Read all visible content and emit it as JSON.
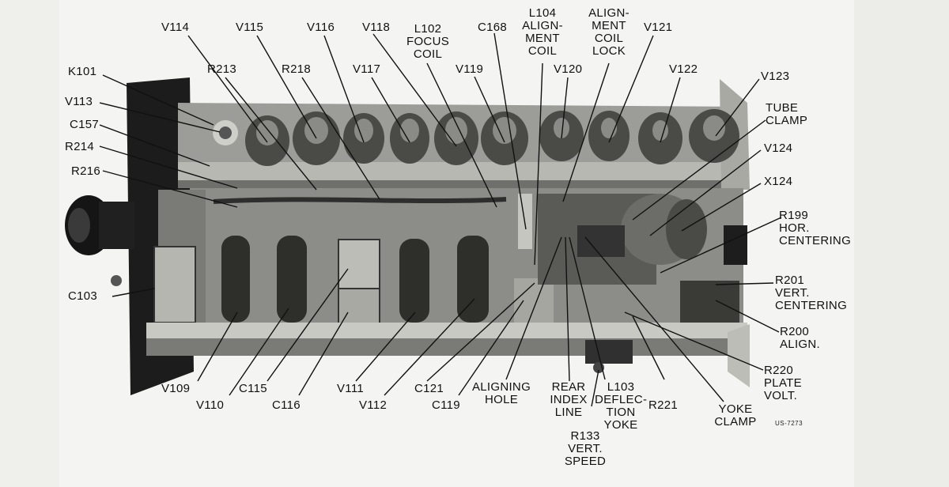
{
  "figure": {
    "plate_number": "US-7273",
    "labels": {
      "k101": [
        "K101"
      ],
      "v113": [
        "V113"
      ],
      "c157": [
        "C157"
      ],
      "r214": [
        "R214"
      ],
      "r216": [
        "R216"
      ],
      "c103": [
        "C103"
      ],
      "v114": [
        "V114"
      ],
      "r213": [
        "R213"
      ],
      "v115": [
        "V115"
      ],
      "r218": [
        "R218"
      ],
      "v116": [
        "V116"
      ],
      "v117": [
        "V117"
      ],
      "v118": [
        "V118"
      ],
      "l102": [
        "L102",
        "FOCUS",
        "COIL"
      ],
      "v119": [
        "V119"
      ],
      "c168": [
        "C168"
      ],
      "l104": [
        "L104",
        "ALIGN-",
        "MENT",
        "COIL"
      ],
      "v120": [
        "V120"
      ],
      "lock": [
        "ALIGN-",
        "MENT",
        "COIL",
        "LOCK"
      ],
      "v121": [
        "V121"
      ],
      "v122": [
        "V122"
      ],
      "v123": [
        "V123"
      ],
      "tube_clamp": [
        "TUBE",
        "CLAMP"
      ],
      "v124": [
        "V124"
      ],
      "x124": [
        "X124"
      ],
      "r199": [
        "R199",
        "HOR.",
        "CENTERING"
      ],
      "r201": [
        "R201",
        "VERT.",
        "CENTERING"
      ],
      "r200": [
        "R200",
        "ALIGN."
      ],
      "r220": [
        "R220",
        "PLATE",
        "VOLT."
      ],
      "v109": [
        "V109"
      ],
      "v110": [
        "V110"
      ],
      "c115": [
        "C115"
      ],
      "c116": [
        "C116"
      ],
      "v111": [
        "V111"
      ],
      "v112": [
        "V112"
      ],
      "c121": [
        "C121"
      ],
      "c119": [
        "C119"
      ],
      "aligning_hole": [
        "ALIGNING",
        "HOLE"
      ],
      "rear_index": [
        "REAR",
        "INDEX",
        "LINE"
      ],
      "l103": [
        "L103",
        "DEFLEC-",
        "TION",
        "YOKE"
      ],
      "r133": [
        "R133",
        "VERT.",
        "SPEED"
      ],
      "r221": [
        "R221"
      ],
      "yoke_clamp": [
        "YOKE",
        "CLAMP"
      ]
    }
  }
}
